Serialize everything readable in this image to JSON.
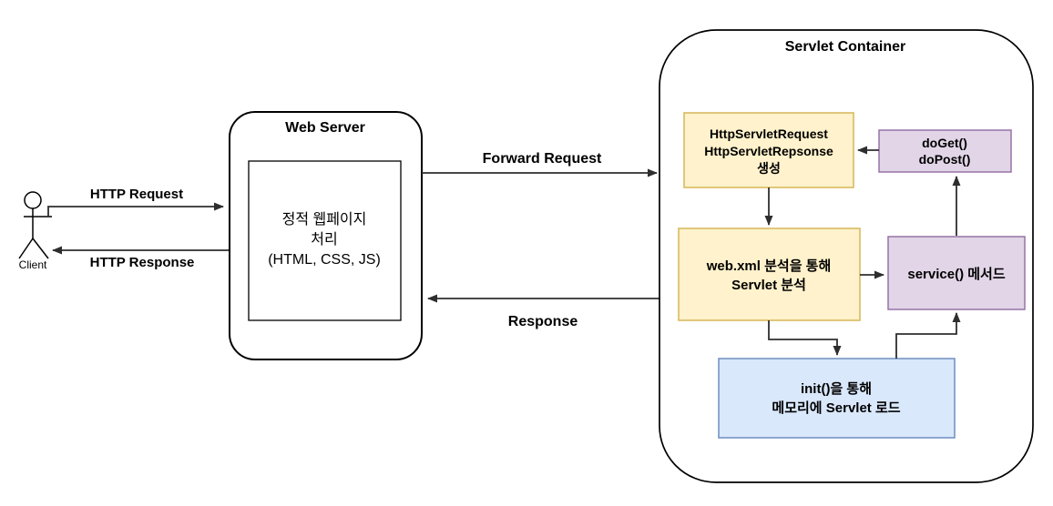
{
  "diagram": {
    "client": {
      "label": "Client"
    },
    "edges": {
      "http_request": {
        "label": "HTTP Request"
      },
      "http_response": {
        "label": "HTTP Response"
      },
      "forward_request": {
        "label": "Forward Request"
      },
      "response": {
        "label": "Response"
      }
    },
    "web_server": {
      "title": "Web Server",
      "static_box": {
        "line1": "정적 웹페이지",
        "line2": "처리",
        "line3": "(HTML, CSS, JS)"
      }
    },
    "servlet_container": {
      "title": "Servlet Container",
      "request_response_box": {
        "line1": "HttpServletRequest",
        "line2": "HttpServletRepsonse",
        "line3": "생성",
        "fill": "#fff2cc",
        "stroke": "#d6b656"
      },
      "doget_dopost_box": {
        "line1": "doGet()",
        "line2": "doPost()",
        "fill": "#e1d5e7",
        "stroke": "#9673a6"
      },
      "webxml_box": {
        "line1": "web.xml 분석을 통해",
        "line2": "Servlet 분석",
        "fill": "#fff2cc",
        "stroke": "#d6b656"
      },
      "service_box": {
        "line1": "service() 메서드",
        "fill": "#e1d5e7",
        "stroke": "#9673a6"
      },
      "init_box": {
        "line1": "init()을 통해",
        "line2": "메모리에 Servlet 로드",
        "fill": "#dae8fc",
        "stroke": "#6c8ebf"
      }
    }
  }
}
